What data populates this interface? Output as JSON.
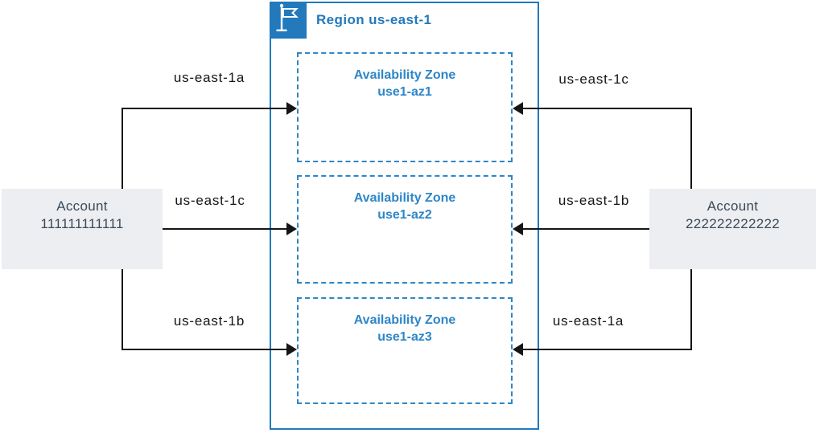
{
  "diagram": {
    "region": {
      "label": "Region us-east-1",
      "zones": [
        {
          "title": "Availability Zone",
          "id": "use1-az1"
        },
        {
          "title": "Availability Zone",
          "id": "use1-az2"
        },
        {
          "title": "Availability Zone",
          "id": "use1-az3"
        }
      ]
    },
    "accounts": {
      "left": {
        "label": "Account",
        "id": "111111111111"
      },
      "right": {
        "label": "Account",
        "id": "222222222222"
      }
    },
    "links": {
      "left": [
        {
          "label": "us-east-1a"
        },
        {
          "label": "us-east-1c"
        },
        {
          "label": "us-east-1b"
        }
      ],
      "right": [
        {
          "label": "us-east-1c"
        },
        {
          "label": "us-east-1b"
        },
        {
          "label": "us-east-1a"
        }
      ]
    },
    "icons": {
      "region_icon": "flag-icon"
    },
    "colors": {
      "region_accent": "#2279bc",
      "az_accent": "#2e86c8",
      "account_fill": "#eceef1",
      "account_text": "#3d4957",
      "arrow": "#151515"
    }
  }
}
